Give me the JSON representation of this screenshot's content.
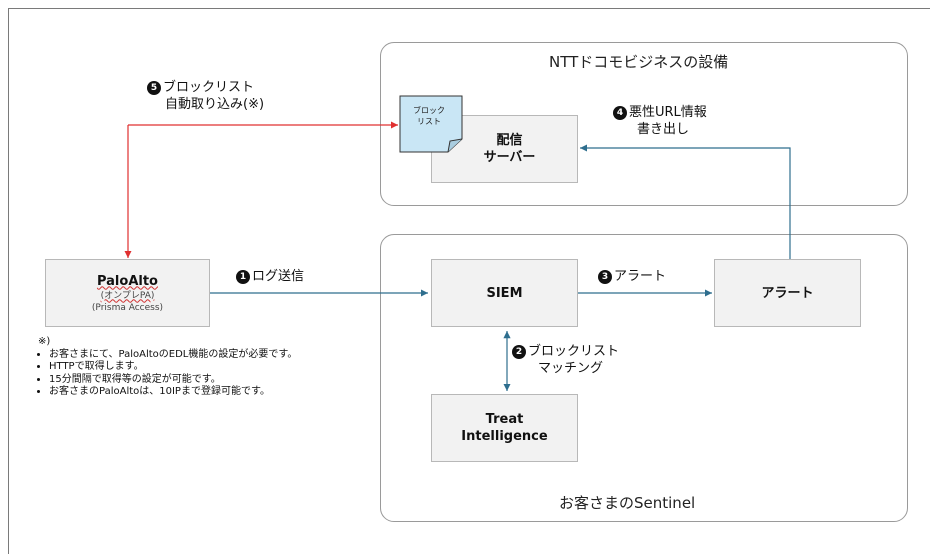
{
  "groups": {
    "ntt": "NTTドコモビジネスの設備",
    "sentinel": "お客さまのSentinel"
  },
  "boxes": {
    "paloalto": {
      "title": "PaloAlto",
      "sub1": "(オンプレPA)",
      "sub2": "(Prisma Access)"
    },
    "haishin": {
      "line1": "配信",
      "line2": "サーバー"
    },
    "blocklist_doc": {
      "line1": "ブロック",
      "line2": "リスト"
    },
    "siem": "SIEM",
    "alert": "アラート",
    "treat": {
      "line1": "Treat",
      "line2": "Intelligence"
    }
  },
  "steps": {
    "s1": {
      "num": "1",
      "text": "ログ送信"
    },
    "s2": {
      "num": "2",
      "line1": "ブロックリスト",
      "line2": "マッチング"
    },
    "s3": {
      "num": "3",
      "text": "アラート"
    },
    "s4": {
      "num": "4",
      "line1": "悪性URL情報",
      "line2": "書き出し"
    },
    "s5": {
      "num": "5",
      "line1": "ブロックリスト",
      "line2": "自動取り込み(※)"
    }
  },
  "notes": {
    "mark": "※)",
    "items": [
      "お客さまにて、PaloAltoのEDL機能の設定が必要です。",
      "HTTPで取得します。",
      "15分間隔で取得等の設定が可能です。",
      "お客さまのPaloAltoは、10IPまで登録可能です。"
    ]
  },
  "colors": {
    "blue_arrow": "#2e6e8e",
    "red_arrow": "#e03030",
    "doc_fill": "#c9e6f5"
  }
}
